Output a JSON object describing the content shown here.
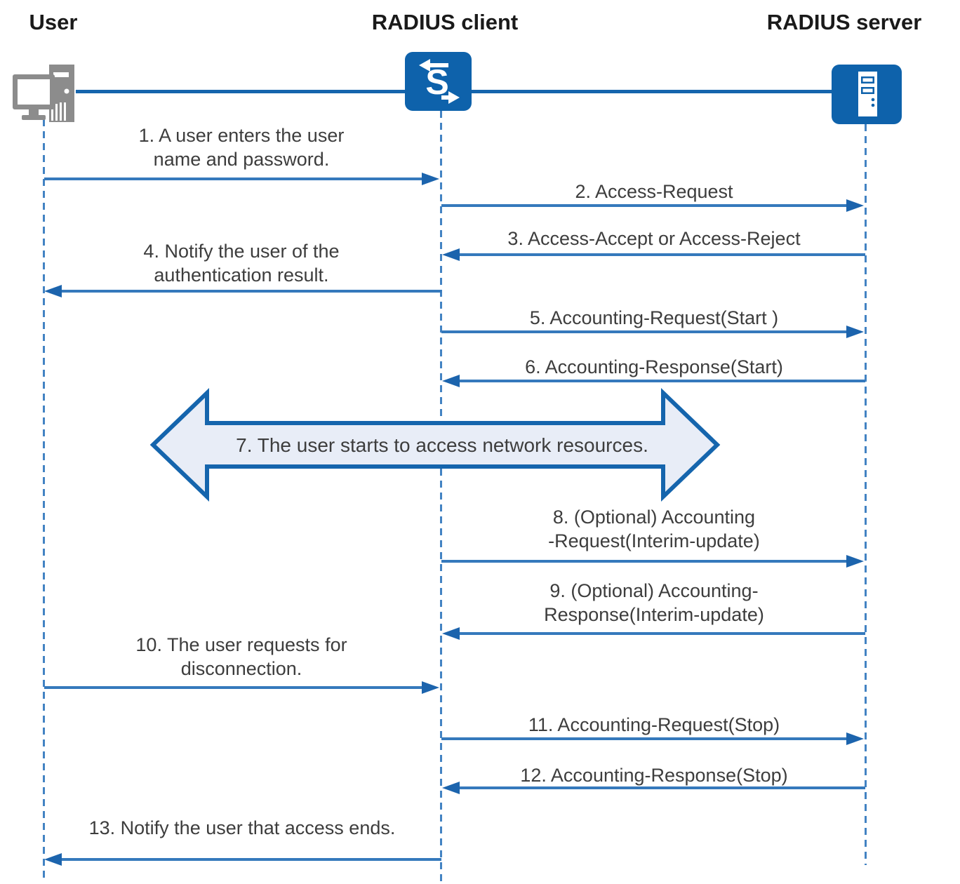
{
  "diagram": {
    "type": "sequence",
    "actors": [
      {
        "label": "User",
        "icon": "computer-icon"
      },
      {
        "label": "RADIUS client",
        "icon": "switch-icon"
      },
      {
        "label": "RADIUS server",
        "icon": "server-icon"
      }
    ],
    "messages": [
      {
        "num": "1",
        "from": "User",
        "to": "RADIUS client",
        "line1": "1. A user enters the user",
        "line2": "name and password."
      },
      {
        "num": "2",
        "from": "RADIUS client",
        "to": "RADIUS server",
        "line1": "2. Access-Request"
      },
      {
        "num": "3",
        "from": "RADIUS server",
        "to": "RADIUS client",
        "line1": "3. Access-Accept or Access-Reject"
      },
      {
        "num": "4",
        "from": "RADIUS client",
        "to": "User",
        "line1": "4. Notify the user of the",
        "line2": "authentication result."
      },
      {
        "num": "5",
        "from": "RADIUS client",
        "to": "RADIUS server",
        "line1": "5. Accounting-Request(Start )"
      },
      {
        "num": "6",
        "from": "RADIUS server",
        "to": "RADIUS client",
        "line1": "6. Accounting-Response(Start)"
      },
      {
        "num": "7",
        "from": "User",
        "to": "RADIUS server",
        "line1": "7. The user starts to access network resources."
      },
      {
        "num": "8",
        "from": "RADIUS client",
        "to": "RADIUS server",
        "line1": "8. (Optional) Accounting",
        "line2": "-Request(Interim-update)"
      },
      {
        "num": "9",
        "from": "RADIUS server",
        "to": "RADIUS client",
        "line1": "9. (Optional) Accounting-",
        "line2": "Response(Interim-update)"
      },
      {
        "num": "10",
        "from": "User",
        "to": "RADIUS client",
        "line1": "10. The user requests for",
        "line2": "disconnection."
      },
      {
        "num": "11",
        "from": "RADIUS client",
        "to": "RADIUS server",
        "line1": "11. Accounting-Request(Stop)"
      },
      {
        "num": "12",
        "from": "RADIUS server",
        "to": "RADIUS client",
        "line1": "12. Accounting-Response(Stop)"
      },
      {
        "num": "13",
        "from": "RADIUS client",
        "to": "User",
        "line1": "13. Notify the user that access ends."
      }
    ],
    "colors": {
      "icon_blue": "#0e62ab",
      "arrow_blue": "#3579bc",
      "arrowhead_blue": "#1c64ad",
      "lifeline_blue": "#4383c3",
      "banner_fill": "#e8edf7",
      "banner_border": "#1565ad",
      "computer_gray": "#8c8c8c",
      "label_text": "#3d3d3d",
      "header_text": "#1a1a1a"
    }
  }
}
